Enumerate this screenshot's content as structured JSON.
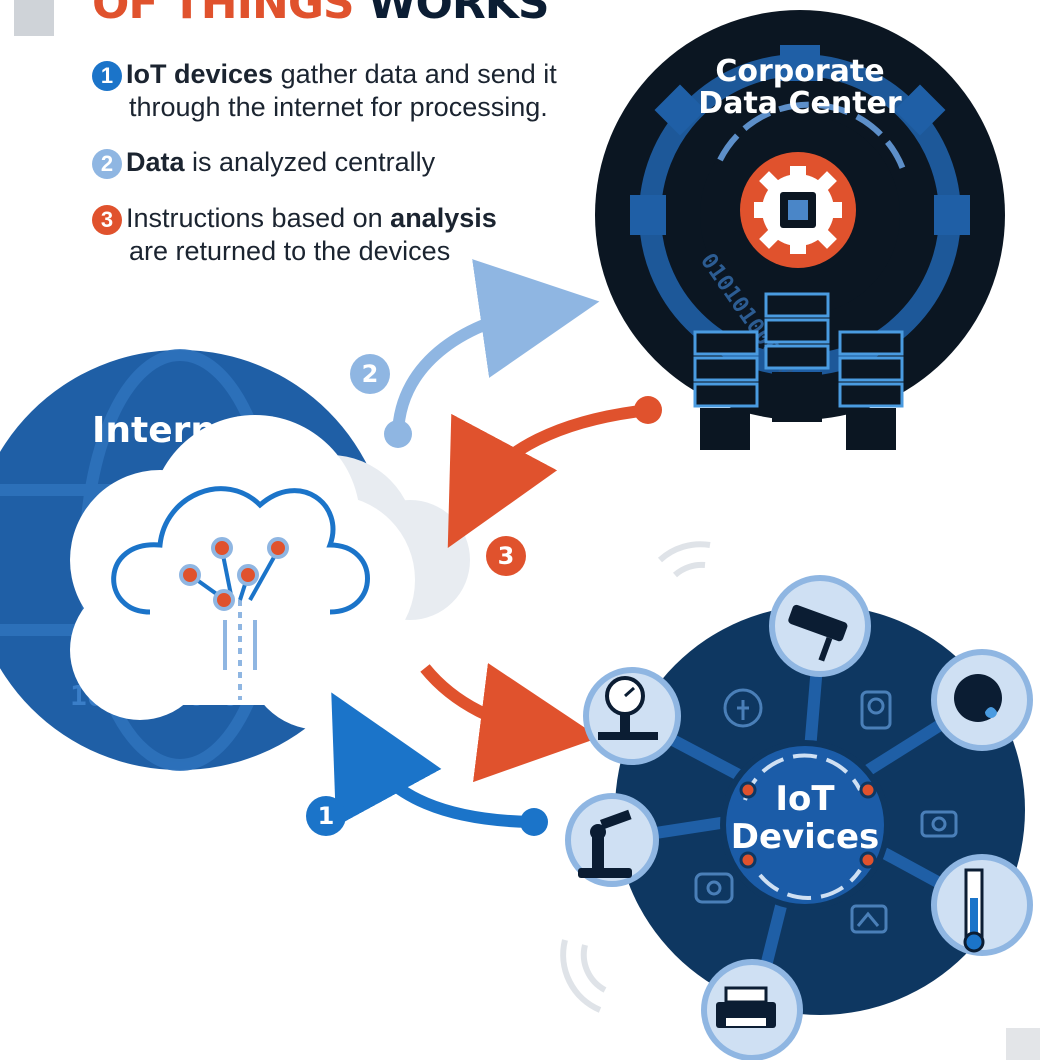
{
  "title": {
    "part1": "OF THINGS",
    "part2": "WORKS"
  },
  "steps": [
    {
      "number": "1",
      "bold": "IoT devices",
      "text": " gather data and send it",
      "continuation": "through the internet for processing.",
      "color": "#1b74c9"
    },
    {
      "number": "2",
      "bold": "Data",
      "text": " is analyzed centrally",
      "continuation": "",
      "color": "#8fb6e2"
    },
    {
      "number": "3",
      "pre": "Instructions based on ",
      "bold": "analysis",
      "continuation": "are returned to the devices",
      "color": "#e0522d"
    }
  ],
  "labels": {
    "data_center_line1": "Corporate",
    "data_center_line2": "Data Center",
    "internet": "Internet",
    "iot_line1": "IoT",
    "iot_line2": "Devices"
  },
  "badges": {
    "one": "1",
    "two": "2",
    "three": "3"
  },
  "binary": {
    "internet": "10010100101",
    "data_center": "010101000101"
  },
  "colors": {
    "accent_orange": "#e0522d",
    "dark_navy": "#0b1d33",
    "internet_blue": "#1f5fa6",
    "light_blue": "#8fb6e2",
    "arrow_blue": "#1b74c9",
    "iot_navy": "#0e3761"
  },
  "icons": [
    "gear-chip-icon",
    "server-rack-icon",
    "cloud-network-icon",
    "security-camera-icon",
    "water-sensor-icon",
    "thermometer-icon",
    "printer-icon",
    "robot-arm-icon",
    "pressure-gauge-icon",
    "lightbulb-icon",
    "smart-plug-icon",
    "dashcam-icon",
    "smart-meter-icon",
    "thermostat-icon",
    "wifi-signal-icon"
  ]
}
